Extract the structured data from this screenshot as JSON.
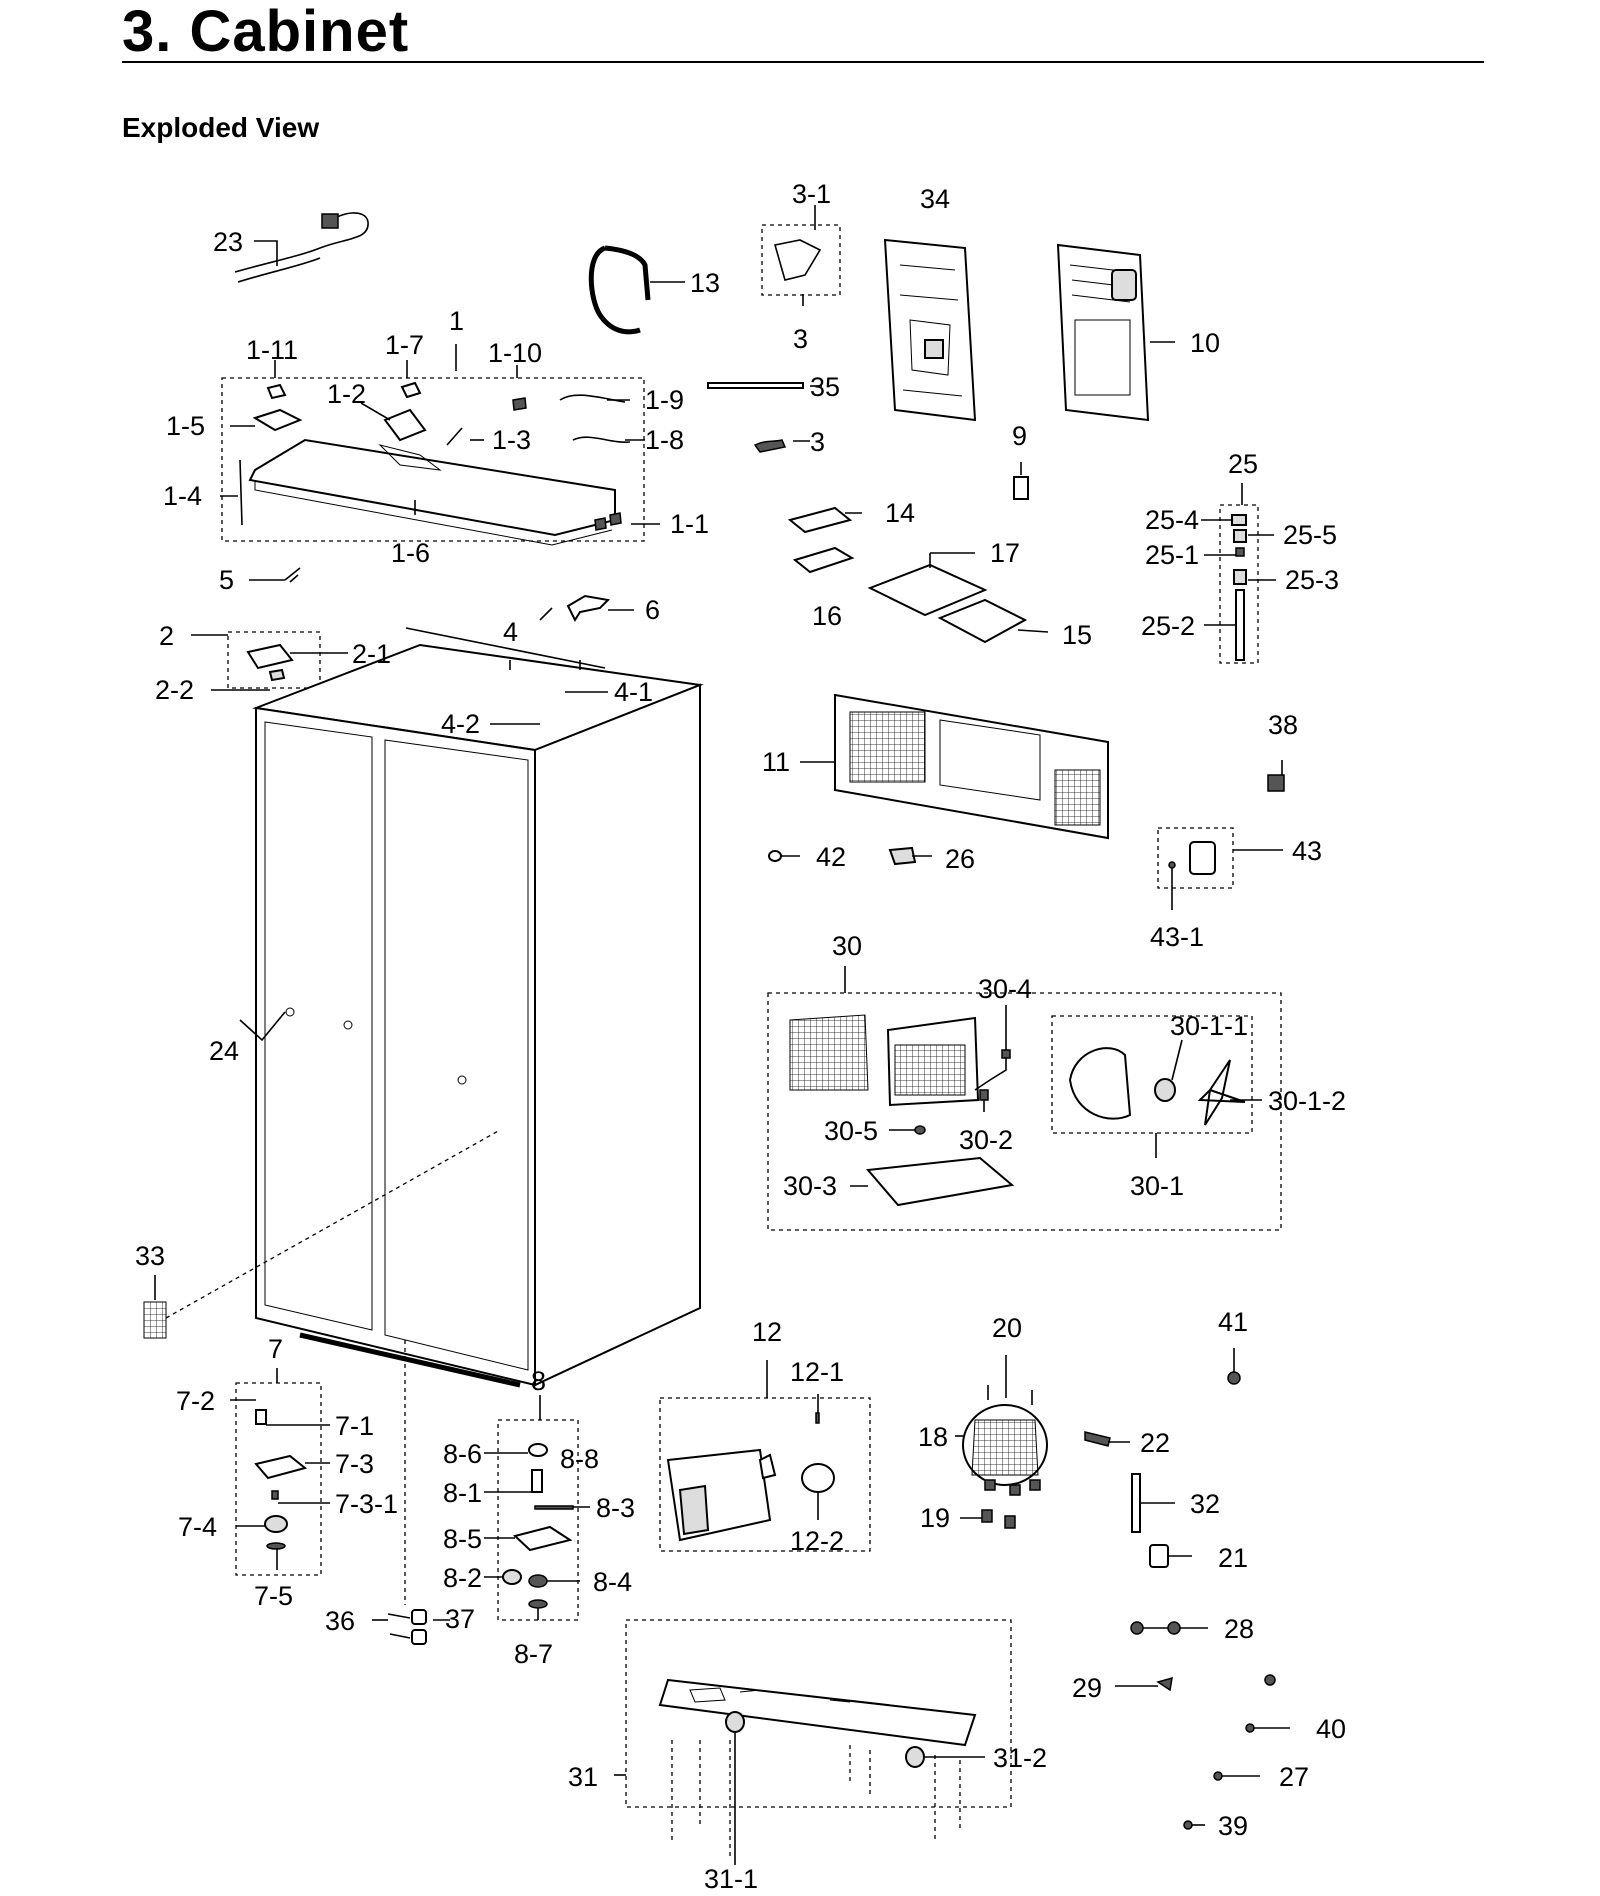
{
  "header": {
    "title": "3.  Cabinet",
    "subtitle": "Exploded View"
  },
  "callouts": {
    "c1": "1",
    "c1_1": "1-1",
    "c1_2": "1-2",
    "c1_3": "1-3",
    "c1_4": "1-4",
    "c1_5": "1-5",
    "c1_6": "1-6",
    "c1_7": "1-7",
    "c1_8": "1-8",
    "c1_9": "1-9",
    "c1_10": "1-10",
    "c1_11": "1-11",
    "c2": "2",
    "c2_1": "2-1",
    "c2_2": "2-2",
    "c3": "3",
    "c3_1": "3-1",
    "c3b": "3",
    "c4": "4",
    "c4_1": "4-1",
    "c4_2": "4-2",
    "c5": "5",
    "c6": "6",
    "c7": "7",
    "c7_1": "7-1",
    "c7_2": "7-2",
    "c7_3": "7-3",
    "c7_3_1": "7-3-1",
    "c7_4": "7-4",
    "c7_5": "7-5",
    "c8": "8",
    "c8_1": "8-1",
    "c8_2": "8-2",
    "c8_3": "8-3",
    "c8_4": "8-4",
    "c8_5": "8-5",
    "c8_6": "8-6",
    "c8_7": "8-7",
    "c8_8": "8-8",
    "c9": "9",
    "c10": "10",
    "c11": "11",
    "c12": "12",
    "c12_1": "12-1",
    "c12_2": "12-2",
    "c13": "13",
    "c14": "14",
    "c15": "15",
    "c16": "16",
    "c17": "17",
    "c18": "18",
    "c19": "19",
    "c20": "20",
    "c21": "21",
    "c22": "22",
    "c23": "23",
    "c24": "24",
    "c25": "25",
    "c25_1": "25-1",
    "c25_2": "25-2",
    "c25_3": "25-3",
    "c25_4": "25-4",
    "c25_5": "25-5",
    "c26": "26",
    "c27": "27",
    "c28": "28",
    "c29": "29",
    "c30": "30",
    "c30_1": "30-1",
    "c30_1_1": "30-1-1",
    "c30_1_2": "30-1-2",
    "c30_2": "30-2",
    "c30_3": "30-3",
    "c30_4": "30-4",
    "c30_5": "30-5",
    "c31": "31",
    "c31_1": "31-1",
    "c31_2": "31-2",
    "c32": "32",
    "c33": "33",
    "c34": "34",
    "c35": "35",
    "c36": "36",
    "c37": "37",
    "c38": "38",
    "c39": "39",
    "c40": "40",
    "c41": "41",
    "c42": "42",
    "c43": "43",
    "c43_1": "43-1"
  }
}
